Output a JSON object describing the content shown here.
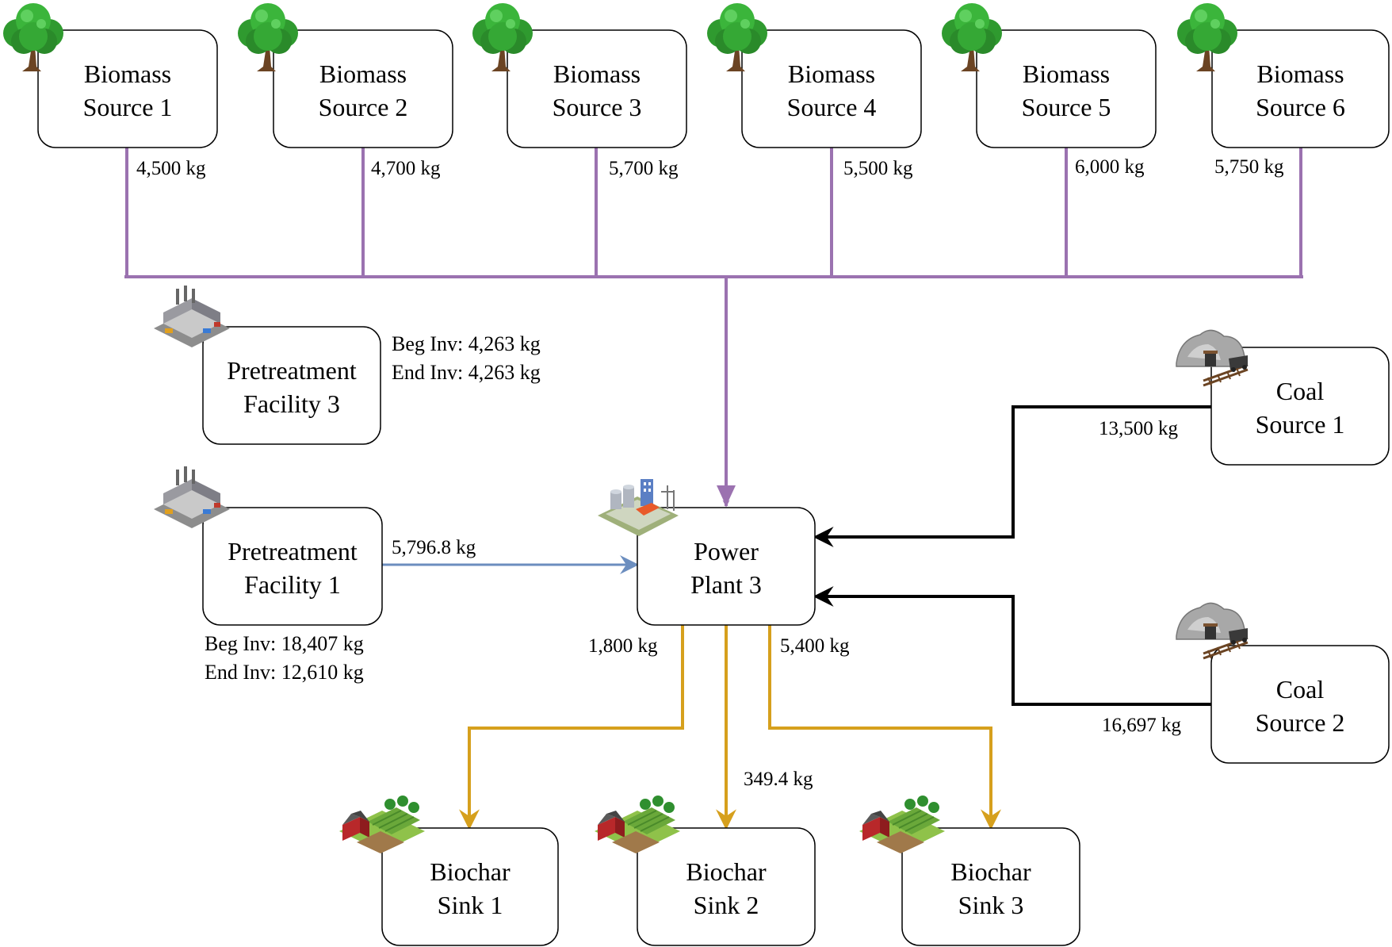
{
  "colors": {
    "biomass_flow": "#9b72b0",
    "pretreat_flow": "#6c8ebf",
    "coal_flow": "#000000",
    "biochar_flow": "#d6a01d",
    "node_border": "#000000",
    "node_fill": "#ffffff"
  },
  "nodes": {
    "biomass_1": {
      "line1": "Biomass",
      "line2": "Source 1",
      "icon": "tree-icon"
    },
    "biomass_2": {
      "line1": "Biomass",
      "line2": "Source 2",
      "icon": "tree-icon"
    },
    "biomass_3": {
      "line1": "Biomass",
      "line2": "Source 3",
      "icon": "tree-icon"
    },
    "biomass_4": {
      "line1": "Biomass",
      "line2": "Source 4",
      "icon": "tree-icon"
    },
    "biomass_5": {
      "line1": "Biomass",
      "line2": "Source 5",
      "icon": "tree-icon"
    },
    "biomass_6": {
      "line1": "Biomass",
      "line2": "Source 6",
      "icon": "tree-icon"
    },
    "pretreat_3": {
      "line1": "Pretreatment",
      "line2": "Facility 3",
      "icon": "factory-icon"
    },
    "pretreat_1": {
      "line1": "Pretreatment",
      "line2": "Facility 1",
      "icon": "factory-icon"
    },
    "power_3": {
      "line1": "Power",
      "line2": "Plant 3",
      "icon": "power-plant-icon"
    },
    "coal_1": {
      "line1": "Coal",
      "line2": "Source 1",
      "icon": "coal-mine-icon"
    },
    "coal_2": {
      "line1": "Coal",
      "line2": "Source 2",
      "icon": "coal-mine-icon"
    },
    "sink_1": {
      "line1": "Biochar",
      "line2": "Sink 1",
      "icon": "farm-icon"
    },
    "sink_2": {
      "line1": "Biochar",
      "line2": "Sink 2",
      "icon": "farm-icon"
    },
    "sink_3": {
      "line1": "Biochar",
      "line2": "Sink 3",
      "icon": "farm-icon"
    }
  },
  "flows": {
    "biomass_1": "4,500 kg",
    "biomass_2": "4,700 kg",
    "biomass_3": "5,700 kg",
    "biomass_4": "5,500 kg",
    "biomass_5": "6,000 kg",
    "biomass_6": "5,750 kg",
    "pretreat_1_to_power": "5,796.8 kg",
    "coal_1": "13,500 kg",
    "coal_2": "16,697 kg",
    "power_to_sink_1": "1,800 kg",
    "power_to_sink_2": "349.4 kg",
    "power_to_sink_3": "5,400 kg"
  },
  "inventory": {
    "pretreat_3": {
      "beg": "Beg Inv: 4,263 kg",
      "end": "End Inv: 4,263 kg"
    },
    "pretreat_1": {
      "beg": "Beg Inv: 18,407 kg",
      "end": "End Inv: 12,610 kg"
    }
  }
}
